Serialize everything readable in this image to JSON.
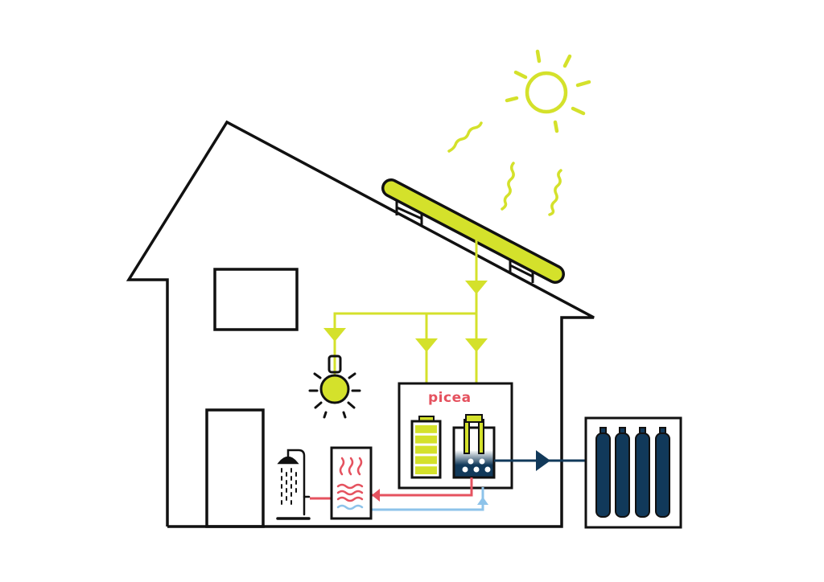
{
  "brand": {
    "label": "picea",
    "color": "#e5525f"
  },
  "colors": {
    "outline": "#111111",
    "energy": "#d4e12b",
    "hydrogen": "#11395a",
    "hot_water": "#e5525f",
    "cold_water": "#8dc3ea"
  },
  "icons": {
    "sun": "sun-icon",
    "solar_panel": "solar-panel-icon",
    "light_bulb": "light-bulb-icon",
    "battery": "battery-icon",
    "electrolyzer": "electrolyzer-icon",
    "boiler": "boiler-icon",
    "shower": "shower-icon",
    "gas_cylinders": "gas-cylinders-icon"
  },
  "battery": {
    "charge_fraction": 1.0,
    "cells": 5
  }
}
